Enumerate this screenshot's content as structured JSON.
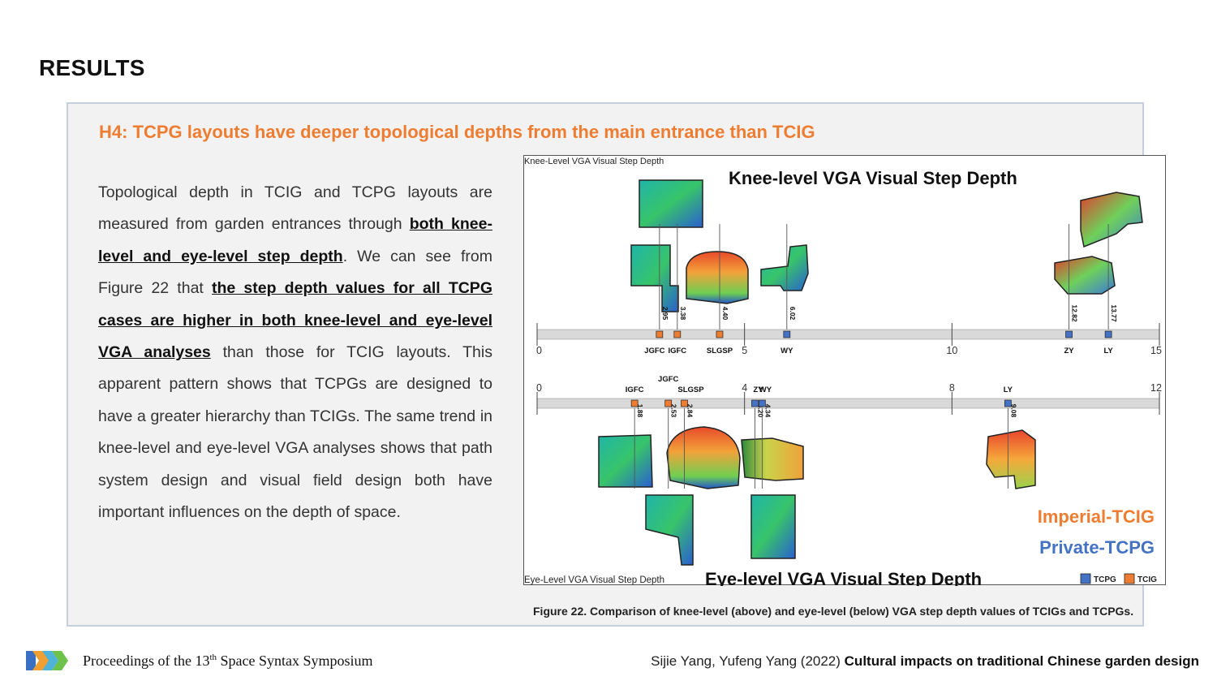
{
  "page": {
    "section_title": "RESULTS",
    "hypothesis": "H4: TCPG layouts have deeper topological depths from the main entrance than TCIG"
  },
  "body": {
    "t1": "Topological depth in TCIG and TCPG layouts are measured from garden entrances through ",
    "u1": "both knee-level and eye-level step depth",
    "t2": ". We can see from Figure 22 that ",
    "u2": "the step depth values for all TCPG cases are higher in both knee-level and eye-level VGA analyses",
    "t3": " than those for TCIG layouts. This apparent pattern shows that TCPGs are designed to have a greater hierarchy than TCIGs. The same trend in knee-level and eye-level VGA analyses shows that path system design and visual field design both have important influences on the depth of space."
  },
  "figure": {
    "knee_small_title": "Knee-Level VGA Visual Step Depth",
    "knee_title": "Knee-level VGA Visual Step Depth",
    "eye_small_title": "Eye-Level VGA Visual Step Depth",
    "eye_title": "Eye-level VGA Visual Step Depth",
    "legend_imperial": "Imperial-TCIG",
    "legend_private": "Private-TCPG",
    "legend_tcpg": "TCPG",
    "legend_tcig": "TCIG",
    "colors": {
      "tcig": "#ee7d31",
      "tcpg": "#4472c4",
      "axis": "#d9d9d9"
    },
    "caption": "Figure 22. Comparison of knee-level (above) and eye-level (below) VGA step depth values of TCIGs and TCPGs."
  },
  "chart_data": [
    {
      "type": "scatter",
      "title": "Knee-level VGA Visual Step Depth",
      "xlim": [
        0,
        15
      ],
      "ticks": [
        0,
        5,
        10,
        15
      ],
      "points": [
        {
          "label": "JGFC",
          "value": 2.95,
          "value_label": "2.95",
          "group": "TCIG"
        },
        {
          "label": "IGFC",
          "value": 3.38,
          "value_label": "3.38",
          "group": "TCIG"
        },
        {
          "label": "SLGSP",
          "value": 4.4,
          "value_label": "4.40",
          "group": "TCIG"
        },
        {
          "label": "WY",
          "value": 6.02,
          "value_label": "6.02",
          "group": "TCPG"
        },
        {
          "label": "ZY",
          "value": 12.82,
          "value_label": "12.82",
          "group": "TCPG"
        },
        {
          "label": "LY",
          "value": 13.77,
          "value_label": "13.77",
          "group": "TCPG"
        }
      ]
    },
    {
      "type": "scatter",
      "title": "Eye-level VGA Visual Step Depth",
      "xlim": [
        0,
        12
      ],
      "ticks": [
        0,
        4,
        8,
        12
      ],
      "points": [
        {
          "label": "IGFC",
          "value": 1.88,
          "value_label": "1.88",
          "group": "TCIG"
        },
        {
          "label": "JGFC",
          "value": 2.53,
          "value_label": "2.53",
          "group": "TCIG"
        },
        {
          "label": "SLGSP",
          "value": 2.84,
          "value_label": "2.84",
          "group": "TCIG"
        },
        {
          "label": "ZY",
          "value": 4.2,
          "value_label": "4.20",
          "group": "TCPG"
        },
        {
          "label": "WY",
          "value": 4.34,
          "value_label": "4.34",
          "group": "TCPG"
        },
        {
          "label": "LY",
          "value": 9.08,
          "value_label": "9.08",
          "group": "TCPG"
        }
      ]
    }
  ],
  "footer": {
    "proc_prefix": "Proceedings of the 13",
    "proc_sup": "th",
    "proc_suffix": " Space Syntax Symposium",
    "authors": "Sijie Yang, Yufeng Yang (2022) ",
    "paper_title": "Cultural impacts on traditional Chinese garden design"
  }
}
